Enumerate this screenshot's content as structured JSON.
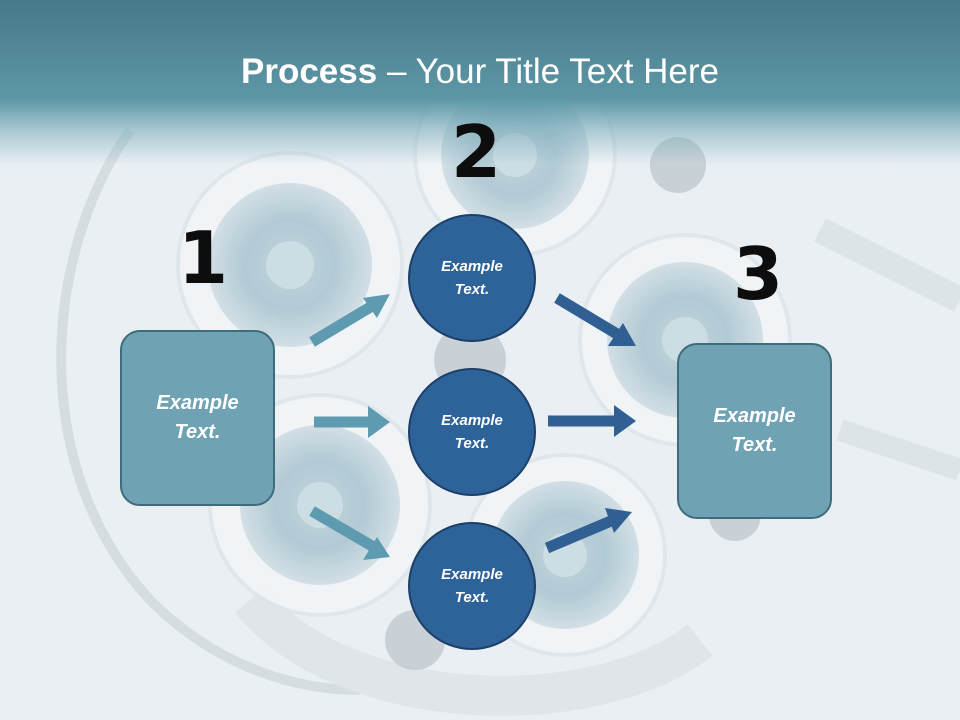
{
  "title": {
    "bold": "Process",
    "rest": " – Your Title Text Here"
  },
  "steps": {
    "one": "1",
    "two": "2",
    "three": "3"
  },
  "left_box": {
    "text": "Example Text."
  },
  "right_box": {
    "text": "Example Text."
  },
  "circles": [
    {
      "text": "Example Text."
    },
    {
      "text": "Example Text."
    },
    {
      "text": "Example Text."
    }
  ],
  "colors": {
    "box": "#6fa3b4",
    "circle": "#2e6399",
    "arrow_light": "#5e9bb0",
    "arrow_dark": "#2f5f93",
    "header": "#5d97a6"
  }
}
